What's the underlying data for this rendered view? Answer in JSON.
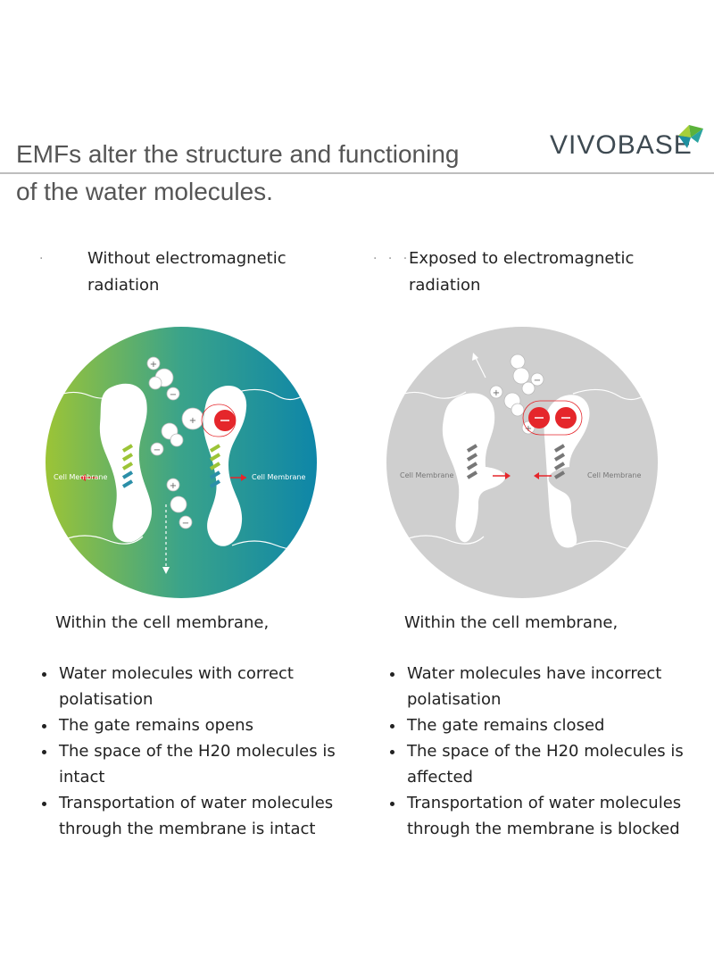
{
  "header": {
    "headline_line1": "EMFs alter the structure and functioning",
    "headline_line2": "of the water molecules.",
    "brand": "VIVOBASE",
    "brand_colors": {
      "leaf_left": "#5bb23a",
      "leaf_right": "#1e90a0",
      "leaf_top": "#a6cf3a"
    }
  },
  "left_panel": {
    "caption": "Without electromagnetic radiation",
    "diagram_label_left": "Cell Membrane",
    "diagram_label_right": "Cell Membrane",
    "within_text": "Within the cell membrane,",
    "points": [
      "Water molecules with correct polatisation",
      "The gate remains opens",
      "The space of the H20 molecules is intact",
      "Transportation of water molecules through the membrane is intact"
    ],
    "colors": {
      "gradient_start": "#9cc436",
      "gradient_end": "#0e86a8"
    }
  },
  "right_panel": {
    "caption": "Exposed to electromagnetic radiation",
    "diagram_label_left": "Cell Membrane",
    "diagram_label_right": "Cell Membrane",
    "within_text": "Within the cell membrane,",
    "points": [
      "Water molecules have incorrect polatisation",
      "The gate remains closed",
      "The space of the H20 molecules is affected",
      "Transportation of water molecules through the membrane is blocked"
    ],
    "colors": {
      "disc": "#cfcfcf",
      "alert": "#e5262b"
    }
  }
}
